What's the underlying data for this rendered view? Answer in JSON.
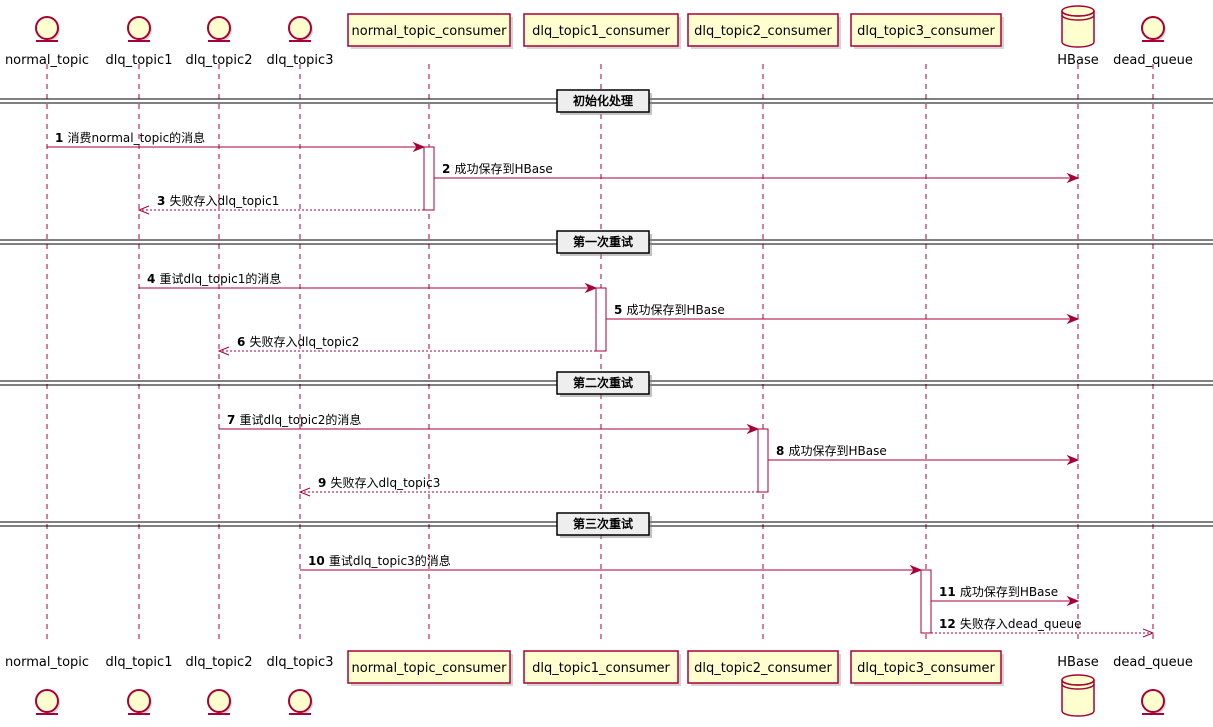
{
  "colors": {
    "line": "#A80036",
    "box_fill": "#FEFECE",
    "activation_fill": "#FFFFFF",
    "separator_fill": "#EEEEEE",
    "text": "#000000"
  },
  "participants": [
    {
      "id": "normal_topic",
      "label": "normal_topic",
      "type": "entity",
      "icon": "entity-icon"
    },
    {
      "id": "dlq_topic1",
      "label": "dlq_topic1",
      "type": "entity",
      "icon": "entity-icon"
    },
    {
      "id": "dlq_topic2",
      "label": "dlq_topic2",
      "type": "entity",
      "icon": "entity-icon"
    },
    {
      "id": "dlq_topic3",
      "label": "dlq_topic3",
      "type": "entity",
      "icon": "entity-icon"
    },
    {
      "id": "normal_topic_consumer",
      "label": "normal_topic_consumer",
      "type": "participant"
    },
    {
      "id": "dlq_topic1_consumer",
      "label": "dlq_topic1_consumer",
      "type": "participant"
    },
    {
      "id": "dlq_topic2_consumer",
      "label": "dlq_topic2_consumer",
      "type": "participant"
    },
    {
      "id": "dlq_topic3_consumer",
      "label": "dlq_topic3_consumer",
      "type": "participant"
    },
    {
      "id": "hbase",
      "label": "HBase",
      "type": "database",
      "icon": "database-icon"
    },
    {
      "id": "dead_queue",
      "label": "dead_queue",
      "type": "entity",
      "icon": "entity-icon"
    }
  ],
  "sections": [
    {
      "label": "初始化处理"
    },
    {
      "label": "第一次重试"
    },
    {
      "label": "第二次重试"
    },
    {
      "label": "第三次重试"
    }
  ],
  "messages": [
    {
      "num": "1",
      "text": "消费normal_topic的消息",
      "from": "normal_topic",
      "to": "normal_topic_consumer",
      "style": "solid",
      "section": 0
    },
    {
      "num": "2",
      "text": "成功保存到HBase",
      "from": "normal_topic_consumer",
      "to": "hbase",
      "style": "solid",
      "section": 0
    },
    {
      "num": "3",
      "text": "失败存入dlq_topic1",
      "from": "normal_topic_consumer",
      "to": "dlq_topic1",
      "style": "dashed",
      "section": 0
    },
    {
      "num": "4",
      "text": "重试dlq_topic1的消息",
      "from": "dlq_topic1",
      "to": "dlq_topic1_consumer",
      "style": "solid",
      "section": 1
    },
    {
      "num": "5",
      "text": "成功保存到HBase",
      "from": "dlq_topic1_consumer",
      "to": "hbase",
      "style": "solid",
      "section": 1
    },
    {
      "num": "6",
      "text": "失败存入dlq_topic2",
      "from": "dlq_topic1_consumer",
      "to": "dlq_topic2",
      "style": "dashed",
      "section": 1
    },
    {
      "num": "7",
      "text": "重试dlq_topic2的消息",
      "from": "dlq_topic2",
      "to": "dlq_topic2_consumer",
      "style": "solid",
      "section": 2
    },
    {
      "num": "8",
      "text": "成功保存到HBase",
      "from": "dlq_topic2_consumer",
      "to": "hbase",
      "style": "solid",
      "section": 2
    },
    {
      "num": "9",
      "text": "失败存入dlq_topic3",
      "from": "dlq_topic2_consumer",
      "to": "dlq_topic3",
      "style": "dashed",
      "section": 2
    },
    {
      "num": "10",
      "text": "重试dlq_topic3的消息",
      "from": "dlq_topic3",
      "to": "dlq_topic3_consumer",
      "style": "solid",
      "section": 3
    },
    {
      "num": "11",
      "text": "成功保存到HBase",
      "from": "dlq_topic3_consumer",
      "to": "hbase",
      "style": "solid",
      "section": 3
    },
    {
      "num": "12",
      "text": "失败存入dead_queue",
      "from": "dlq_topic3_consumer",
      "to": "dead_queue",
      "style": "dashed",
      "section": 3
    }
  ]
}
